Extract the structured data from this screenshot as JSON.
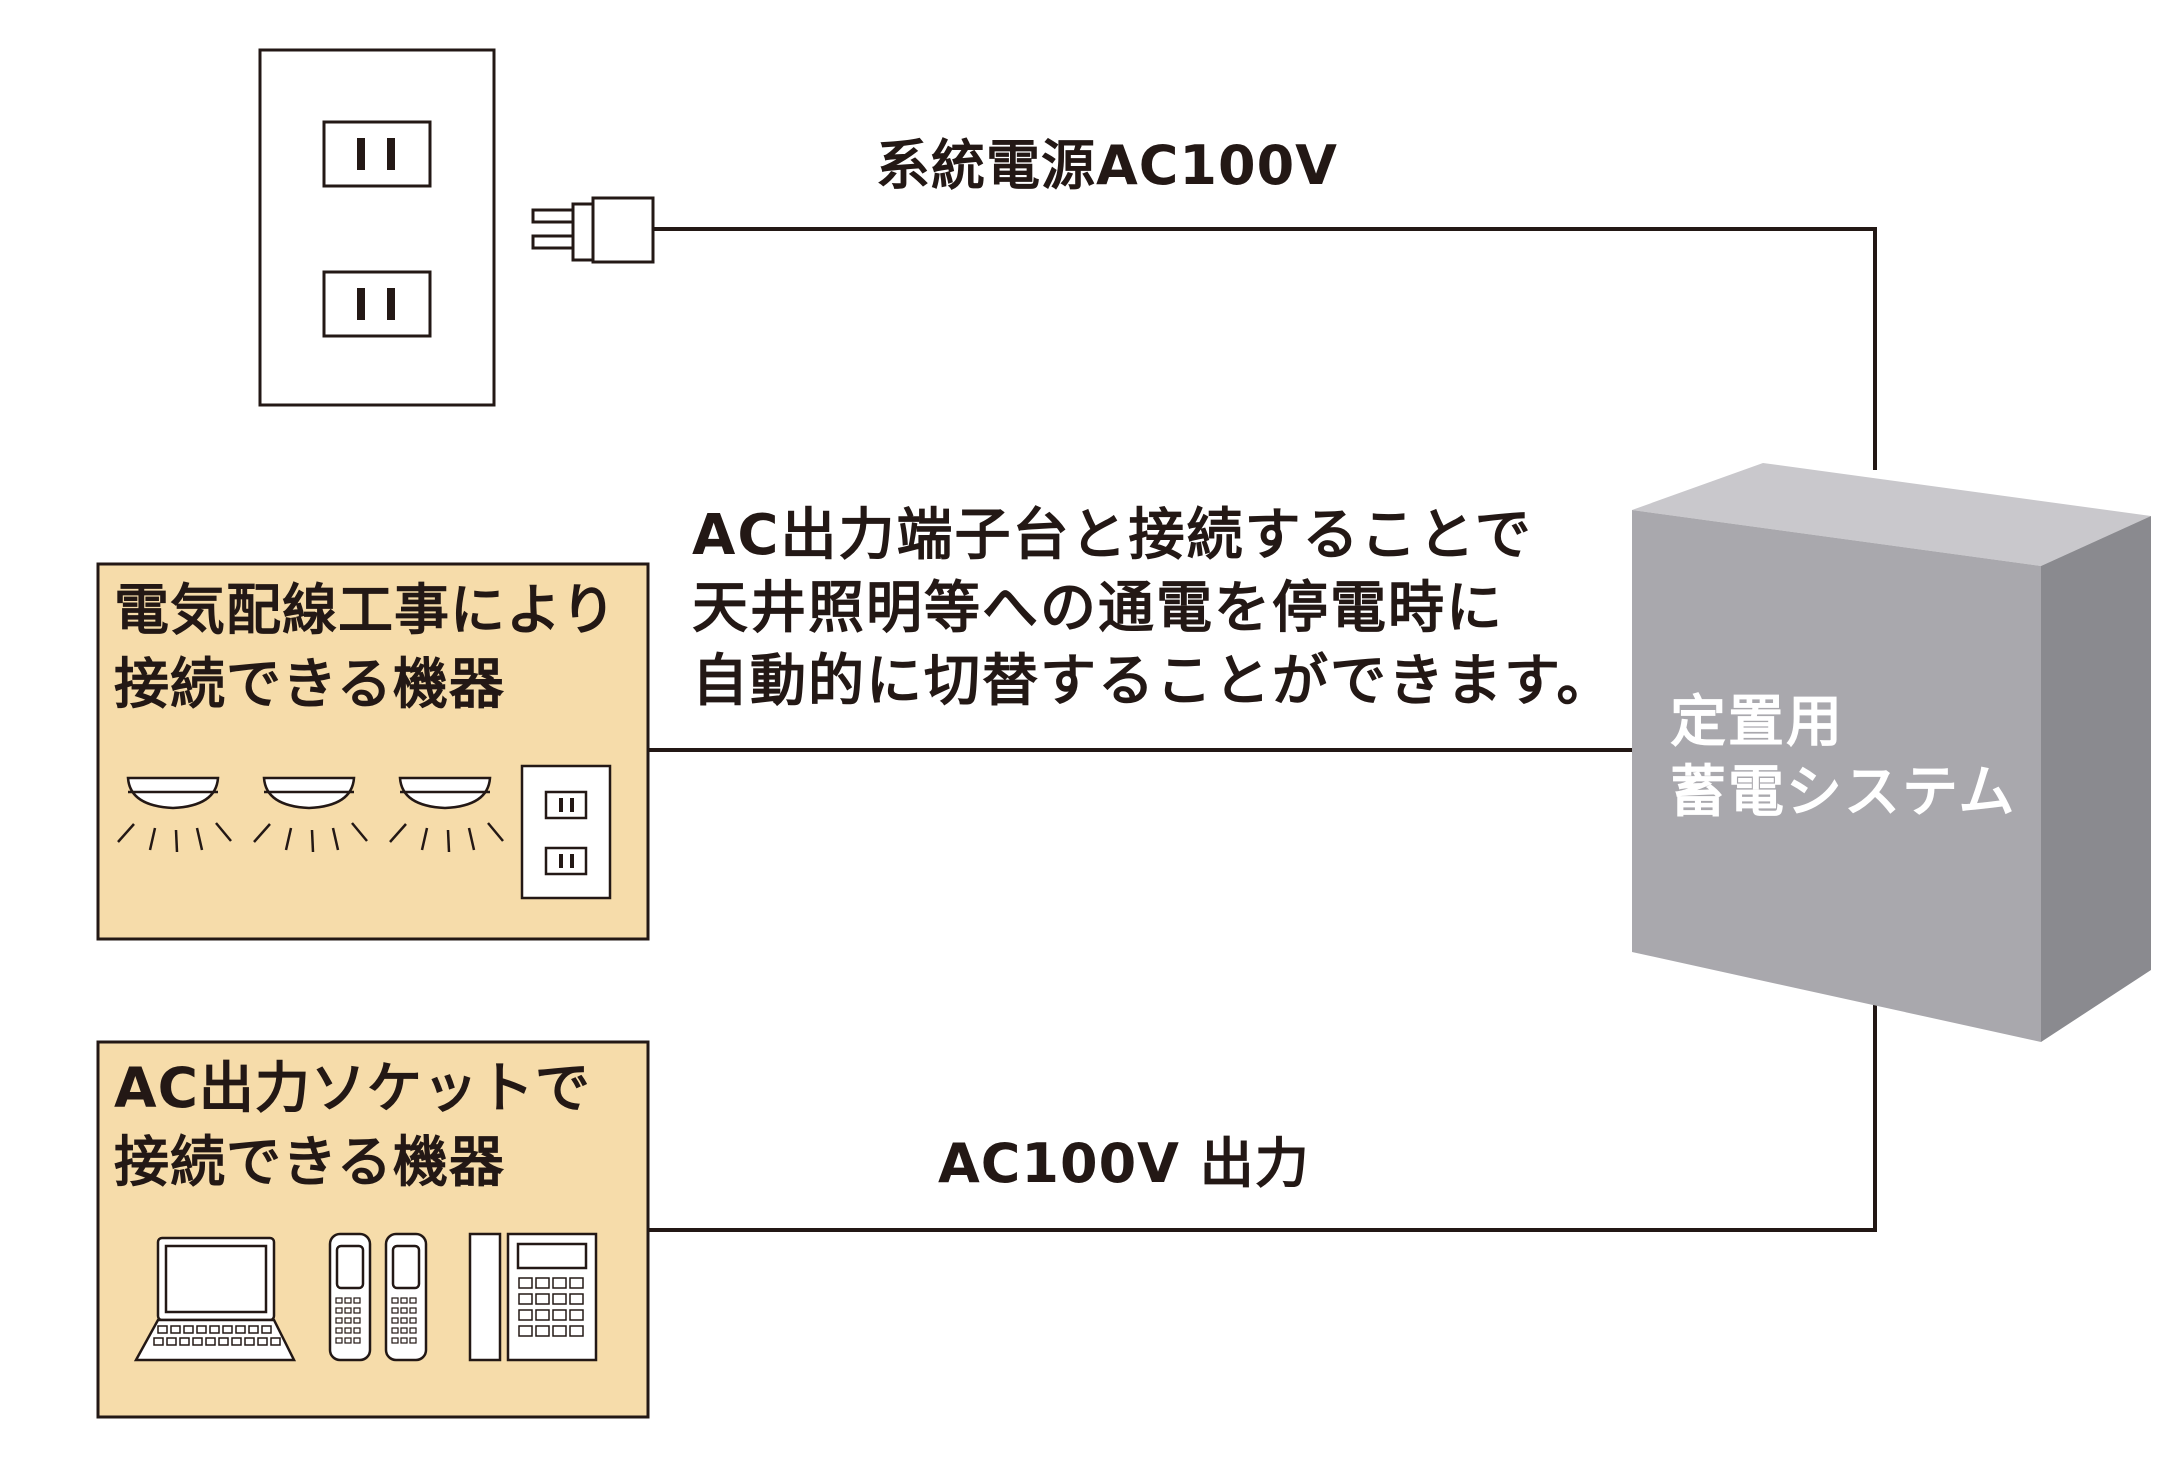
{
  "labels": {
    "grid_power": "系統電源AC100V",
    "description_line1": "AC出力端子台と接続することで",
    "description_line2": "天井照明等への通電を停電時に",
    "description_line3": "自動的に切替することができます。",
    "ac_output": "AC100V 出力"
  },
  "battery_system": {
    "line1": "定置用",
    "line2": "蓄電システム"
  },
  "wired_devices_box": {
    "line1": "電気配線工事により",
    "line2": "接続できる機器"
  },
  "socket_devices_box": {
    "line1": "AC出力ソケットで",
    "line2": "接続できる機器"
  },
  "colors": {
    "box_fill": "#f6dcaa",
    "battery_front": "#a9a8ad",
    "battery_top": "#c9c8cc",
    "battery_side": "#8a8a8f",
    "line": "#231815"
  }
}
